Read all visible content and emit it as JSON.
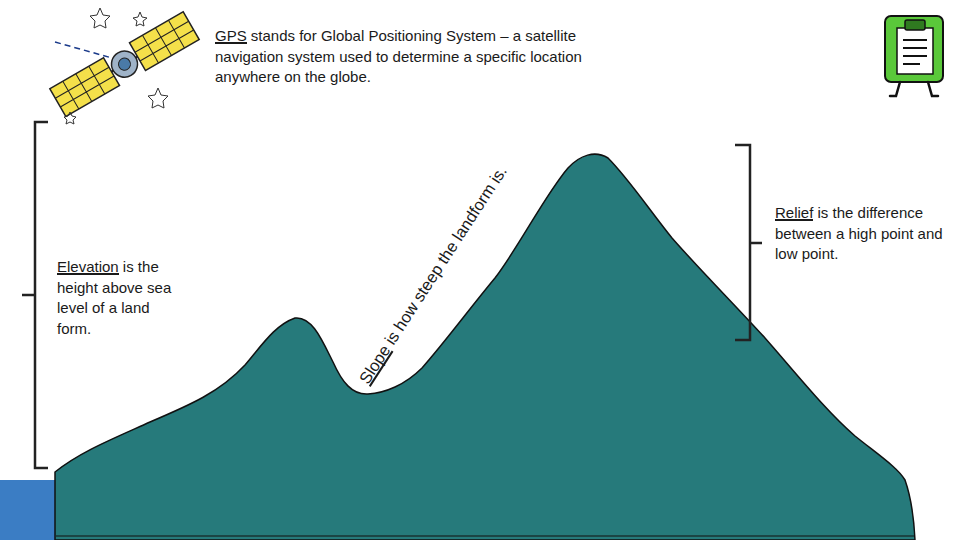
{
  "diagram": {
    "labels": [
      "GPS stands for Global Positioning System – a satellite navigation system used to determine a specific location anywhere on the globe.",
      "Slope is how steep the landform is.",
      "Elevation is the height above sea level of a land form.",
      "Relief is the difference between a high point and low point."
    ]
  }
}
